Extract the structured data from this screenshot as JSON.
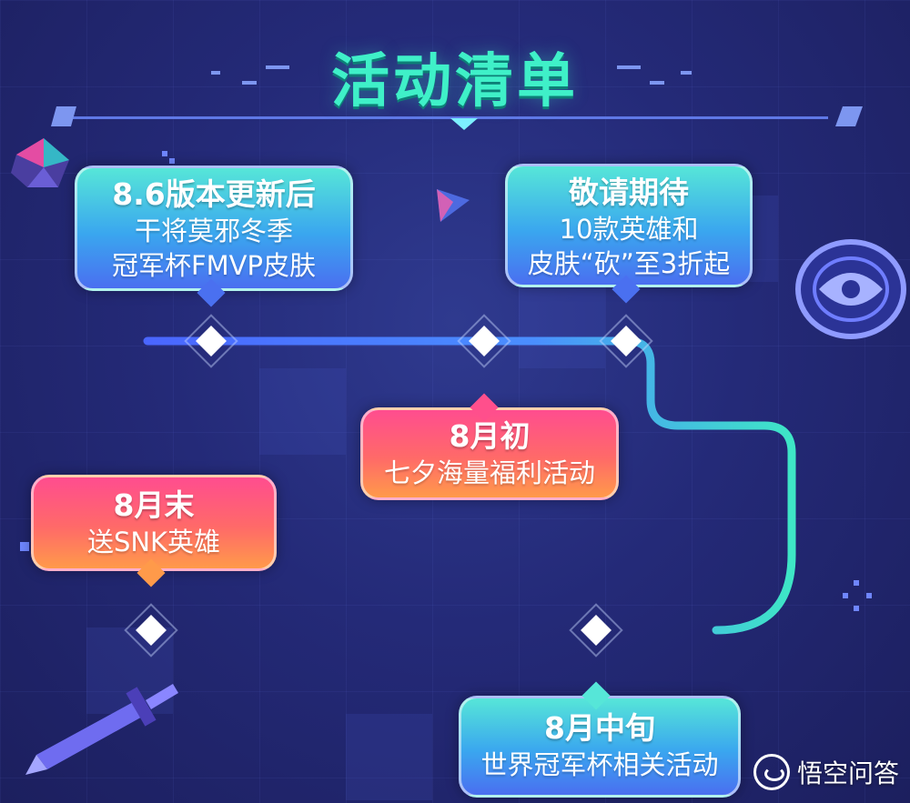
{
  "title": "活动清单",
  "colors": {
    "title": "#3ff0c8",
    "timeline_blue": "#4a73ff",
    "timeline_cyan": "#3ee6c6",
    "timeline_yellow": "#f3e07a"
  },
  "events": [
    {
      "id": "update-86",
      "head": "8.6版本更新后",
      "lines": [
        "干将莫邪冬季",
        "冠军杯FMVP皮肤"
      ]
    },
    {
      "id": "coming-soon",
      "head": "敬请期待",
      "lines": [
        "10款英雄和",
        "皮肤“砍”至3折起"
      ]
    },
    {
      "id": "early-aug",
      "head": "8月初",
      "lines": [
        "七夕海量福利活动"
      ]
    },
    {
      "id": "late-aug",
      "head": "8月末",
      "lines": [
        "送SNK英雄"
      ]
    },
    {
      "id": "mid-aug",
      "head": "8月中旬",
      "lines": [
        "世界冠军杯相关活动"
      ]
    }
  ],
  "watermark": {
    "text": "悟空问答",
    "icon": "wukong-logo-icon"
  }
}
